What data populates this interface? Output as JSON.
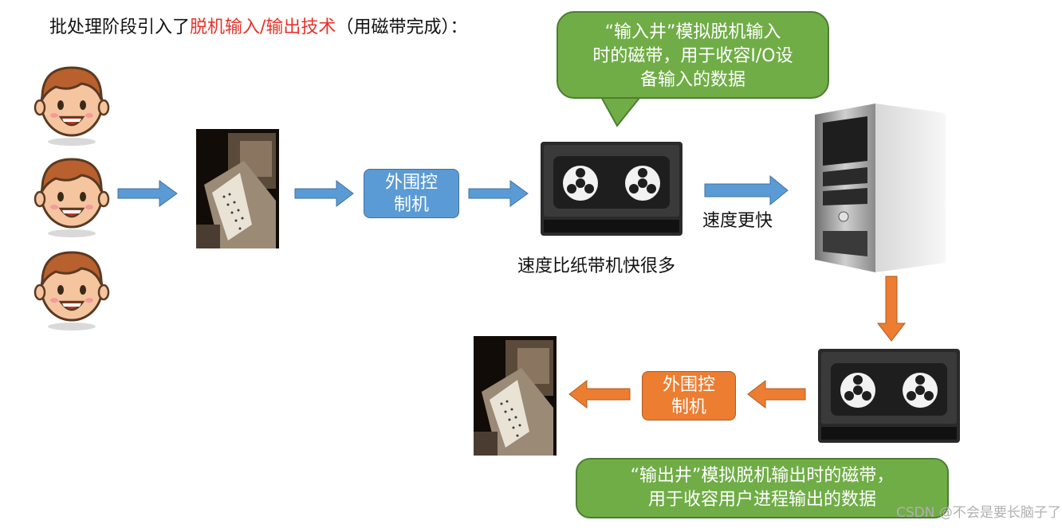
{
  "title": {
    "prefix": "批处理阶段引入了",
    "highlight": "脱机输入/输出技术",
    "suffix": "（用磁带完成）："
  },
  "callout_top": {
    "line1": "“输入井”模拟脱机输入",
    "line2": "时的磁带，用于收容I/O设",
    "line3": "备输入的数据"
  },
  "callout_bottom": {
    "line1": "“输出井”模拟脱机输出时的磁带，",
    "line2": "用于收容用户进程输出的数据"
  },
  "peripheral_top": {
    "line1": "外围控",
    "line2": "制机"
  },
  "peripheral_bottom": {
    "line1": "外围控",
    "line2": "制机"
  },
  "label_tape_speed": "速度比纸带机快很多",
  "label_faster": "速度更快",
  "watermark": "CSDN @不会是要长脑子了吧",
  "colors": {
    "arrow_blue": "#5b9bd5",
    "arrow_orange": "#ed7d31",
    "callout_green": "#70ad47",
    "title_red": "#e8322a"
  },
  "icons": [
    "user-face-icon",
    "paper-tape-machine-icon",
    "tape-drive-icon",
    "computer-tower-icon"
  ]
}
